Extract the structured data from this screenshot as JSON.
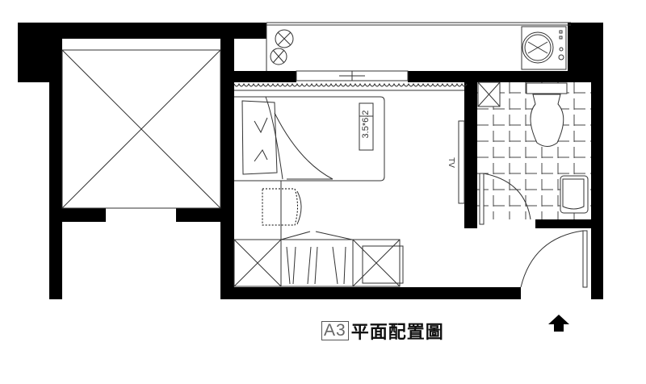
{
  "title": {
    "code": "A3",
    "name": "平面配置圖"
  },
  "labels": {
    "bed_size": "3.5*6.2",
    "tv": "TV"
  },
  "icons": {
    "entry": "arrow-up-icon"
  }
}
